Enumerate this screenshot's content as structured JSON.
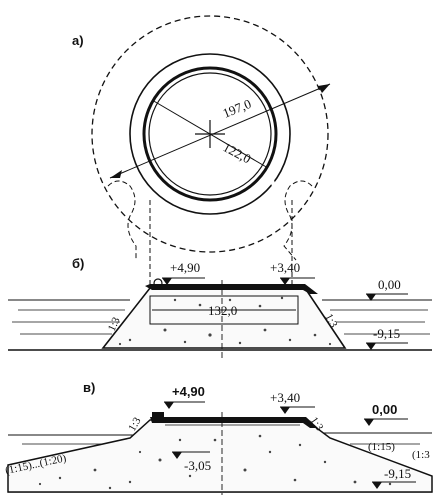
{
  "panels": {
    "a": {
      "label": "а)"
    },
    "b": {
      "label": "б)"
    },
    "v": {
      "label": "в)"
    }
  },
  "dims": {
    "outer_diameter": "197,0",
    "inner_diameter": "122,0",
    "berm_width": "132,0"
  },
  "levels": {
    "b_top_left": "+4,90",
    "b_top_right": "+3,40",
    "b_water": "0,00",
    "b_bottom": "-9,15",
    "v_top_left": "+4,90",
    "v_top_right": "+3,40",
    "v_water": "0,00",
    "v_bottom": "-9,15",
    "v_inner": "-3,05"
  },
  "slopes": {
    "b_left": "1:3",
    "b_right": "1:3",
    "v_left": "1:3",
    "v_right": "1:3",
    "v_far_left": "(1:15)...(1:20)",
    "v_far_right_1": "(1:15)",
    "v_far_right_2": "(1:3"
  }
}
